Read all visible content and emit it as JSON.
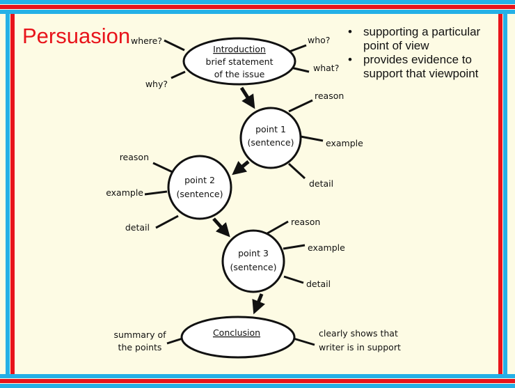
{
  "title": "Persuasion",
  "bullets": [
    "supporting a particular point of view",
    "provides evidence to support that viewpoint"
  ],
  "introduction": {
    "heading": "Introduction",
    "line1": "brief statement",
    "line2": "of the issue",
    "spokes": [
      "where?",
      "why?",
      "who?",
      "what?"
    ]
  },
  "points": [
    {
      "line1": "point 1",
      "line2": "(sentence)",
      "spokes": [
        "reason",
        "example",
        "detail"
      ]
    },
    {
      "line1": "point 2",
      "line2": "(sentence)",
      "spokes": [
        "reason",
        "example",
        "detail"
      ]
    },
    {
      "line1": "point 3",
      "line2": "(sentence)",
      "spokes": [
        "reason",
        "example",
        "detail"
      ]
    }
  ],
  "conclusion": {
    "heading": "Conclusion",
    "left_line1": "summary of",
    "left_line2": "the points",
    "right_line1": "clearly shows that",
    "right_line2": "writer is in support"
  },
  "colors": {
    "border_red": "#e8141b",
    "border_blue": "#25b0e6",
    "background": "#fdfbe4",
    "title": "#e8141b"
  }
}
